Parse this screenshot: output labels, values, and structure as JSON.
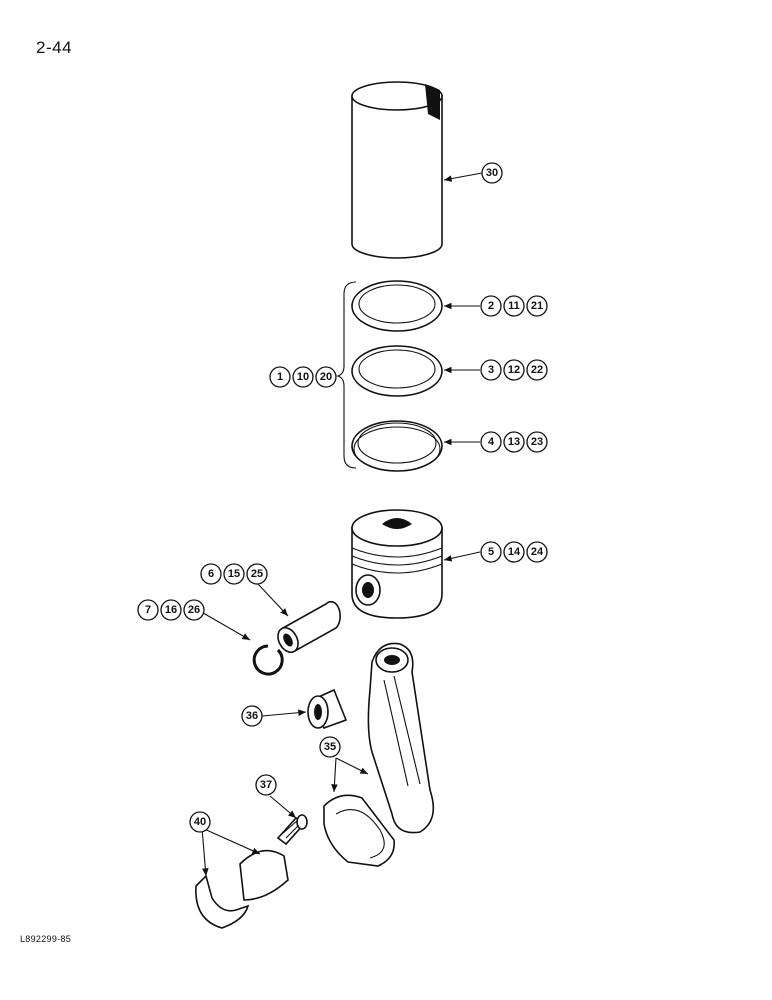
{
  "page": {
    "number": "2-44",
    "drawing_code": "L892299-85"
  },
  "callouts": {
    "c30": "30",
    "c2": "2",
    "c11": "11",
    "c21": "21",
    "c1": "1",
    "c10": "10",
    "c20": "20",
    "c3": "3",
    "c12": "12",
    "c22": "22",
    "c4": "4",
    "c13": "13",
    "c23": "23",
    "c5": "5",
    "c14": "14",
    "c24": "24",
    "c6": "6",
    "c15": "15",
    "c25": "25",
    "c7": "7",
    "c16": "16",
    "c26": "26",
    "c36": "36",
    "c35": "35",
    "c37": "37",
    "c40": "40"
  }
}
